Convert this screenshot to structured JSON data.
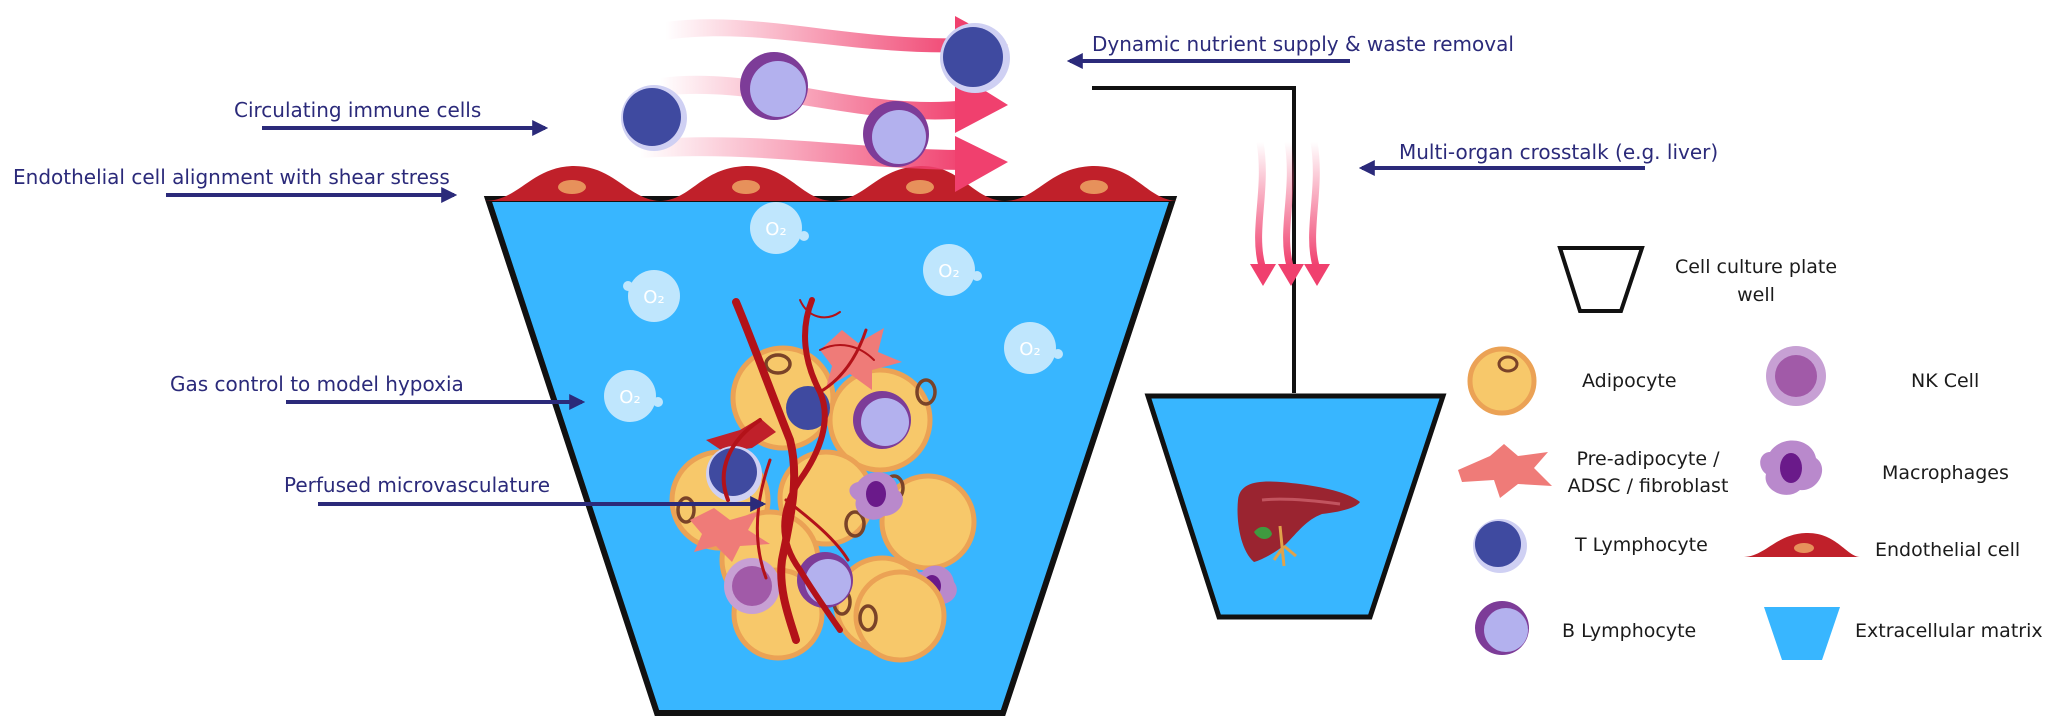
{
  "callouts": {
    "immune": "Circulating immune cells",
    "endothelial": "Endothelial cell alignment with shear stress",
    "gas": "Gas control to model hypoxia",
    "perfused": "Perfused microvasculature",
    "nutrient": "Dynamic nutrient supply & waste removal",
    "crosstalk": "Multi-organ crosstalk (e.g. liver)"
  },
  "oxygen_symbol": "O₂",
  "legend": {
    "plate_well": [
      "Cell culture plate",
      "well"
    ],
    "adipocyte": "Adipocyte",
    "nk_cell": "NK Cell",
    "preadipocyte": [
      "Pre-adipocyte /",
      "ADSC / fibroblast"
    ],
    "macrophages": "Macrophages",
    "t_lymphocyte": "T Lymphocyte",
    "endothelial_cell": "Endothelial cell",
    "b_lymphocyte": "B Lymphocyte",
    "ecm": "Extracellular matrix"
  },
  "colors": {
    "label_text": "#2b2a7a",
    "ecm_blue": "#38b6ff",
    "endothelial_red": "#c0202a",
    "flow_pink": "#f0406e",
    "adipocyte_yellow": "#f7c86a",
    "adipocyte_rim": "#eba255",
    "t_cell": "#3f4aa0",
    "b_cell": "#b3b1ee",
    "b_cell_rim": "#7d3c98",
    "nk_cell": "#a15aa8",
    "macrophage": "#8e3ca0",
    "vessel": "#b31219",
    "liver": "#9a2430"
  }
}
